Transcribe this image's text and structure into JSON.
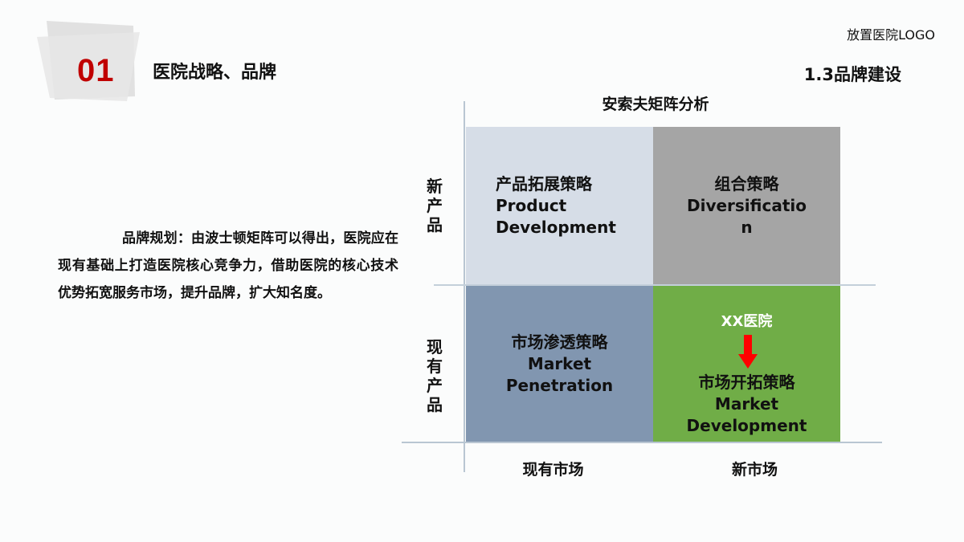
{
  "header": {
    "section_number": "01",
    "section_title": "医院战略、品牌",
    "logo_placeholder": "放置医院LOGO",
    "subsection_title": "1.3品牌建设"
  },
  "body": {
    "paragraph": "品牌规划：由波士顿矩阵可以得出，医院应在现有基础上打造医院核心竞争力，借助医院的核心技术优势拓宽服务市场，提升品牌，扩大知名度。"
  },
  "matrix": {
    "title": "安索夫矩阵分析",
    "y_labels": [
      "新产品",
      "现有产品"
    ],
    "x_labels": [
      "现有市场",
      "新市场"
    ],
    "cells": {
      "top_left": {
        "cn": "产品拓展策略",
        "en1": "Product",
        "en2": "Development",
        "color": "#d6dde7"
      },
      "top_right": {
        "cn": "组合策略",
        "en1": "Diversificatio",
        "en2": "n",
        "color": "#a5a5a5"
      },
      "bottom_left": {
        "cn": "市场渗透策略",
        "en1": "Market",
        "en2": "Penetration",
        "color": "#8196b0"
      },
      "bottom_right": {
        "marker": "XX医院",
        "cn": "市场开拓策略",
        "en1": "Market",
        "en2": "Development",
        "color": "#70ad47",
        "arrow_color": "#ff0000"
      }
    }
  }
}
